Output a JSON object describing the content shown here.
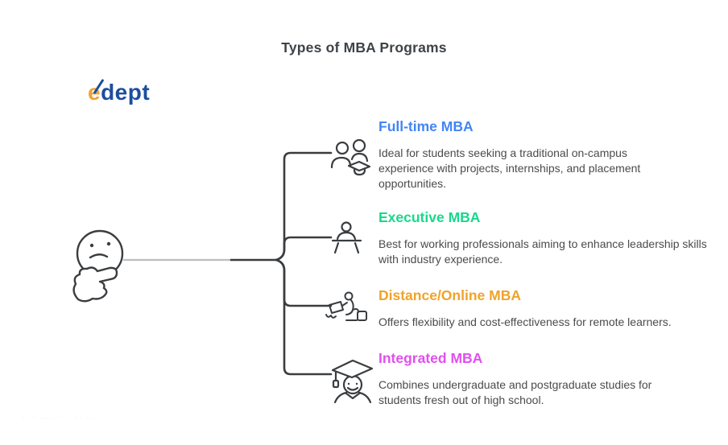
{
  "title": "Types of MBA Programs",
  "logo": {
    "prefix": "e",
    "rest": "dept",
    "accent_color": "#f0a137",
    "text_color": "#1d4e9e"
  },
  "center_icon": "thinking-face",
  "connector_colors": {
    "light": "#bdbdbd",
    "dark": "#3a3d40"
  },
  "branches": [
    {
      "heading": "Full-time MBA",
      "color": "#4285f4",
      "icon": "students-group-icon",
      "description": "Ideal for students seeking a traditional on-campus experience with projects, internships, and placement opportunities."
    },
    {
      "heading": "Executive MBA",
      "color": "#17d98b",
      "icon": "podium-speaker-icon",
      "description": "Best for working professionals aiming to enhance leadership skills with industry experience."
    },
    {
      "heading": "Distance/Online MBA",
      "color": "#f0a32a",
      "icon": "remote-learner-icon",
      "description": "Offers flexibility and cost-effectiveness for remote learners."
    },
    {
      "heading": "Integrated MBA",
      "color": "#e14fef",
      "icon": "graduate-cap-icon",
      "description": "Combines undergraduate and postgraduate studies for students fresh out of high school."
    }
  ],
  "footer_marks": ".. · .... ·· · ·. .. ·"
}
